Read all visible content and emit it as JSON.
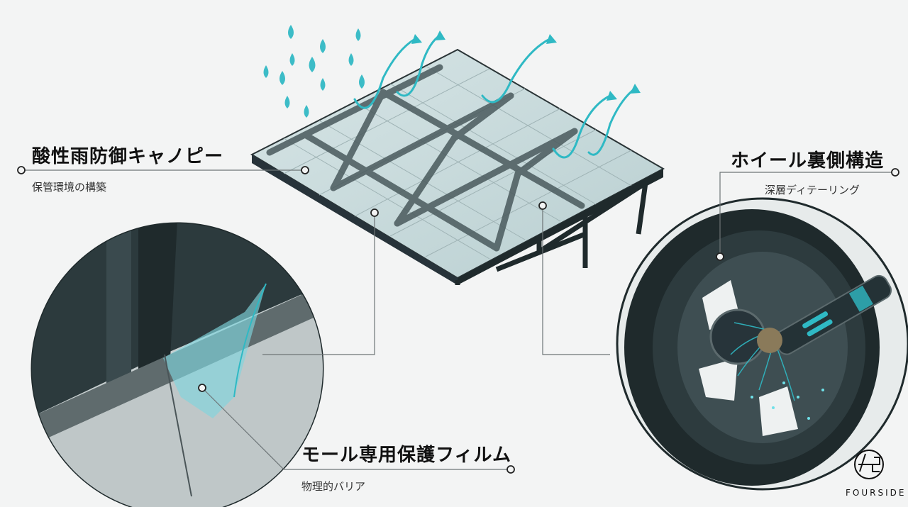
{
  "callouts": {
    "canopy": {
      "title": "酸性雨防御キャノピー",
      "subtitle": "保管環境の構築"
    },
    "wheel": {
      "title": "ホイール裏側構造",
      "subtitle": "深層ディテーリング"
    },
    "molding": {
      "title": "モール専用保護フィルム",
      "subtitle": "物理的バリア"
    }
  },
  "brand": {
    "name": "FOURSIDE"
  },
  "colors": {
    "accent": "#2fb9c4",
    "dark": "#1f2a2c",
    "line": "#6d7476",
    "bg": "#f3f4f4"
  }
}
